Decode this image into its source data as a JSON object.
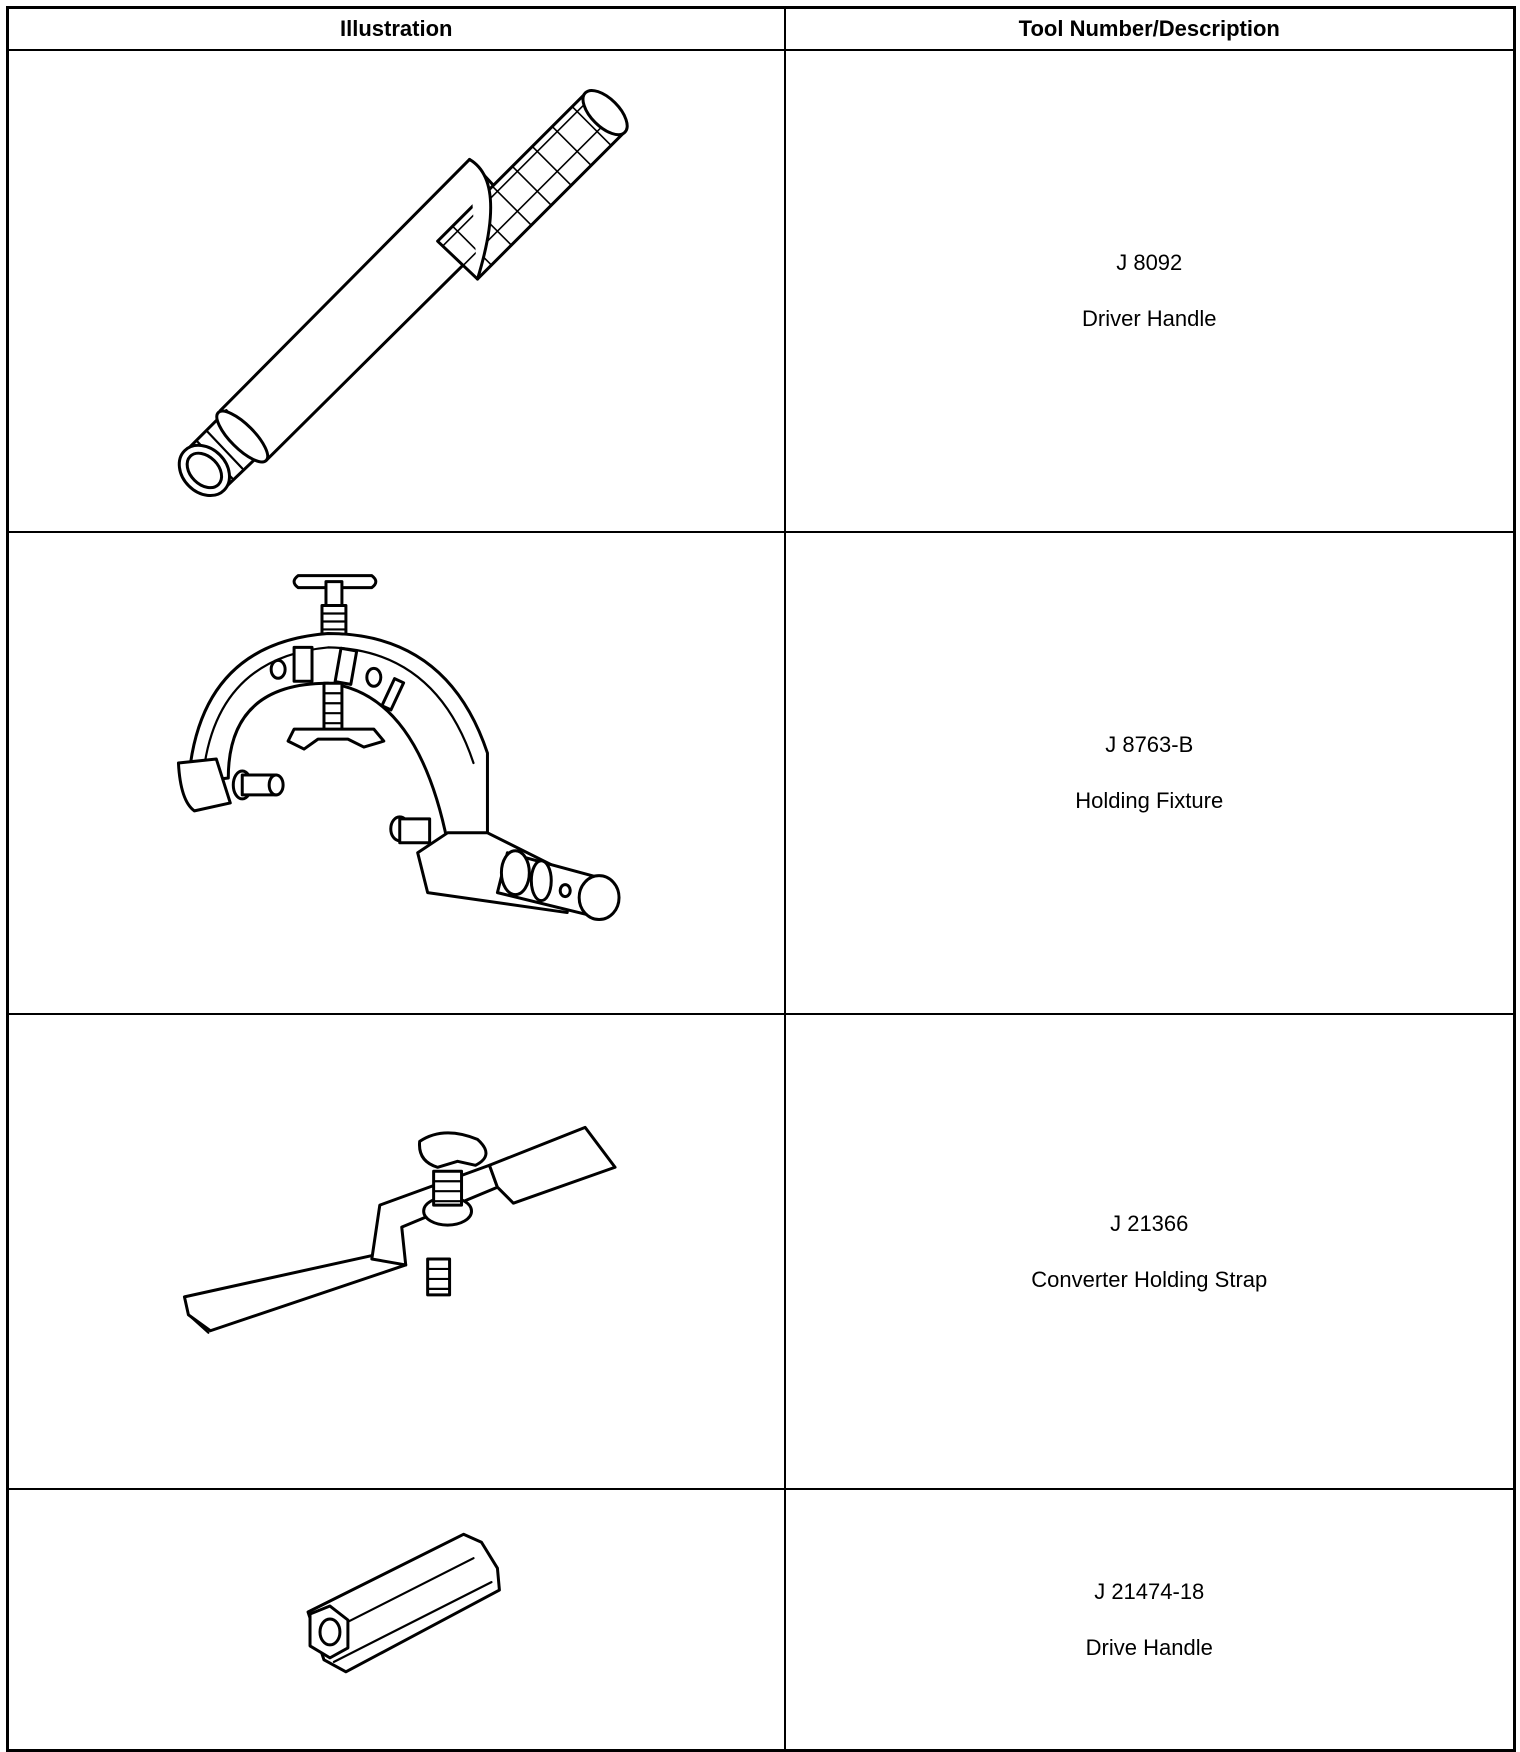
{
  "table": {
    "headers": {
      "illustration": "Illustration",
      "tool": "Tool Number/Description"
    },
    "rows": [
      {
        "tool_number": "J 8092",
        "description": "Driver Handle",
        "illustration_icon": "driver-handle-icon"
      },
      {
        "tool_number": "J 8763-B",
        "description": "Holding Fixture",
        "illustration_icon": "holding-fixture-icon"
      },
      {
        "tool_number": "J 21366",
        "description": "Converter Holding Strap",
        "illustration_icon": "holding-strap-icon"
      },
      {
        "tool_number": "J 21474-18",
        "description": "Drive Handle",
        "illustration_icon": "hex-drive-handle-icon"
      }
    ]
  }
}
